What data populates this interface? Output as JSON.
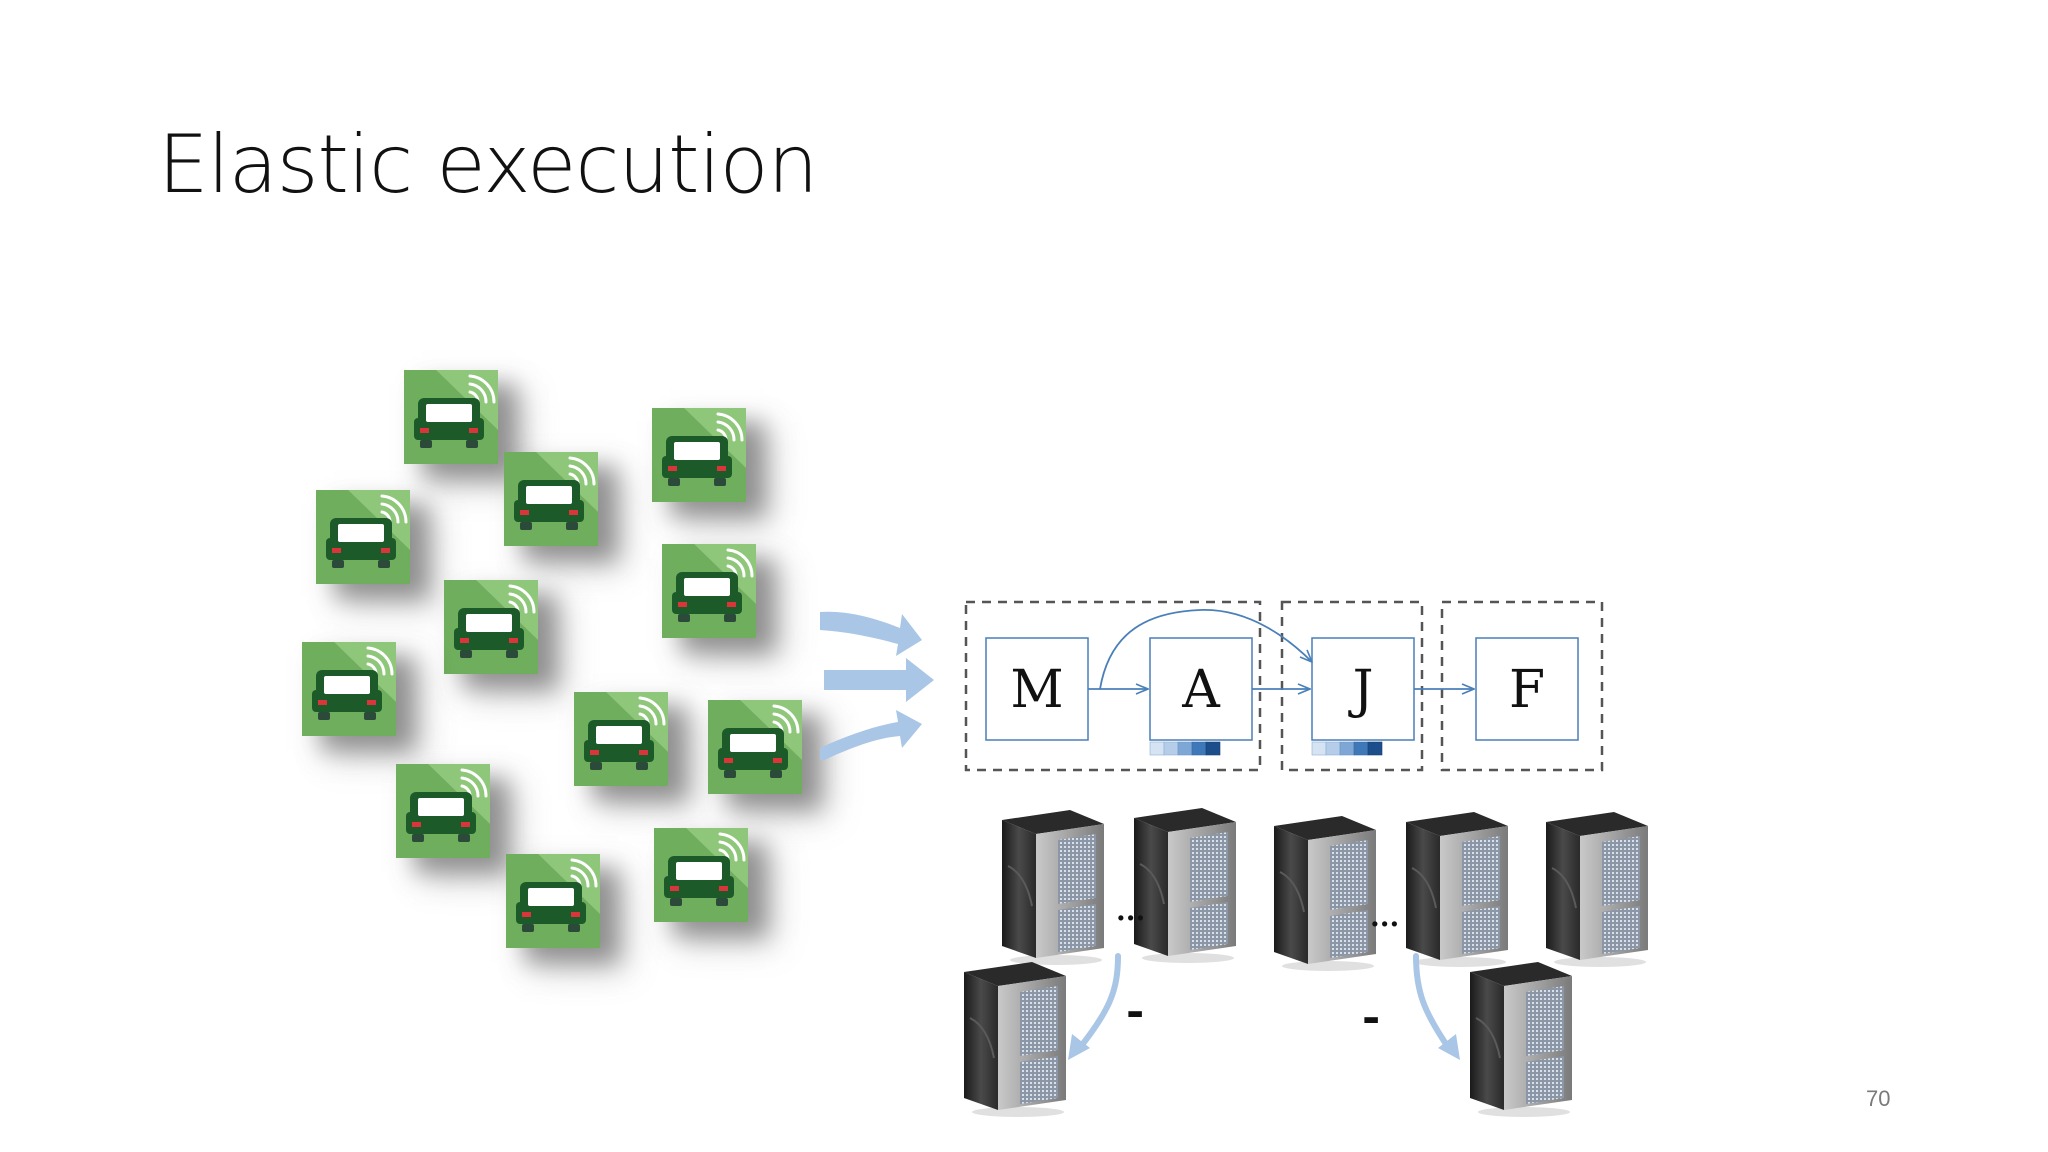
{
  "slide": {
    "title": "Elastic execution",
    "page_number": "70"
  },
  "pipeline": {
    "stages": [
      {
        "id": "M",
        "label": "M"
      },
      {
        "id": "A",
        "label": "A"
      },
      {
        "id": "J",
        "label": "J"
      },
      {
        "id": "F",
        "label": "F"
      }
    ]
  },
  "servers": {
    "ellipsis_left": "...",
    "ellipsis_right": "...",
    "minus_left": "-",
    "minus_right": "-"
  },
  "colors": {
    "pipeline_blue": "#4a7fb8",
    "flow_arrow": "#a9c6e6",
    "car_green": "#7fbf6a",
    "car_body": "#1d5a2a"
  },
  "icons": {
    "car": "connected-car-icon",
    "server": "server-tower-icon"
  }
}
